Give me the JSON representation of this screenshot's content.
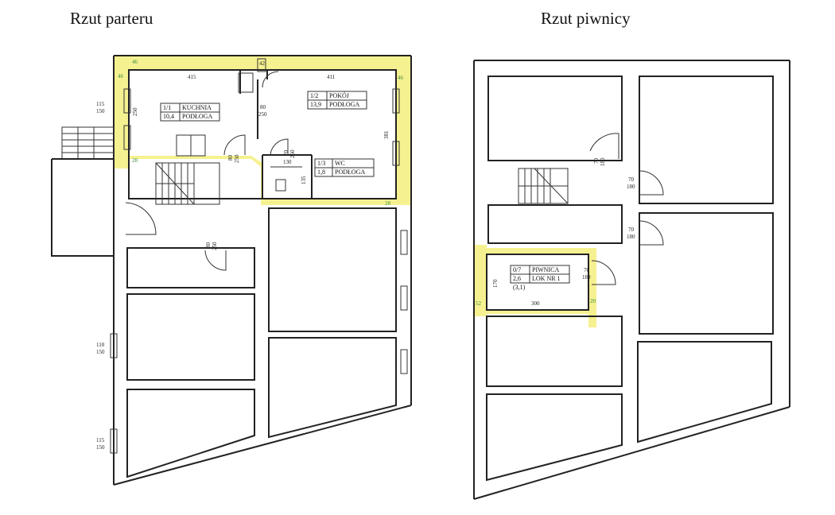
{
  "titles": {
    "left": "Rzut parteru",
    "right": "Rzut piwnicy"
  },
  "ground": {
    "rooms": [
      {
        "num": "1/1",
        "area": "10,4",
        "name": "KUCHNIA",
        "floor": "PODŁOGA"
      },
      {
        "num": "1/2",
        "area": "13,9",
        "name": "POKÓJ",
        "floor": "PODŁOGA"
      },
      {
        "num": "1/3",
        "area": "1,8",
        "name": "WC",
        "floor": "PODŁOGA"
      }
    ],
    "dims": {
      "d415": "415",
      "d411": "411",
      "d42": "42",
      "d46a": "46",
      "d46b": "46",
      "d46c": "46",
      "d250": "250",
      "d381": "381",
      "d130": "130",
      "d135": "135",
      "d28a": "28",
      "d28b": "28",
      "w115a": "115",
      "w150a": "150",
      "w110": "110",
      "w150b": "150",
      "w115b": "115",
      "w150c": "150",
      "door80a": "80",
      "door250a": "250",
      "door80b": "80",
      "door250b": "250",
      "door80c": "80",
      "door250c": "250",
      "door70": "70",
      "door250d": "250"
    }
  },
  "basement": {
    "room": {
      "num": "0/7",
      "name": "PIWNICA",
      "area": "2,6",
      "lok": "LOK NR 1",
      "extra": "(3,1)"
    },
    "dims": {
      "d170": "170",
      "d300": "300",
      "d52": "52",
      "d20": "20",
      "door70a": "70",
      "door180a": "180",
      "door70b": "70",
      "door180b": "180",
      "door70c": "70",
      "door180c": "180",
      "door70d": "70",
      "door180d": "180"
    }
  },
  "colors": {
    "highlight": "#f5f08a",
    "wall": "#222222",
    "dimension_green": "#3a8a3a"
  }
}
